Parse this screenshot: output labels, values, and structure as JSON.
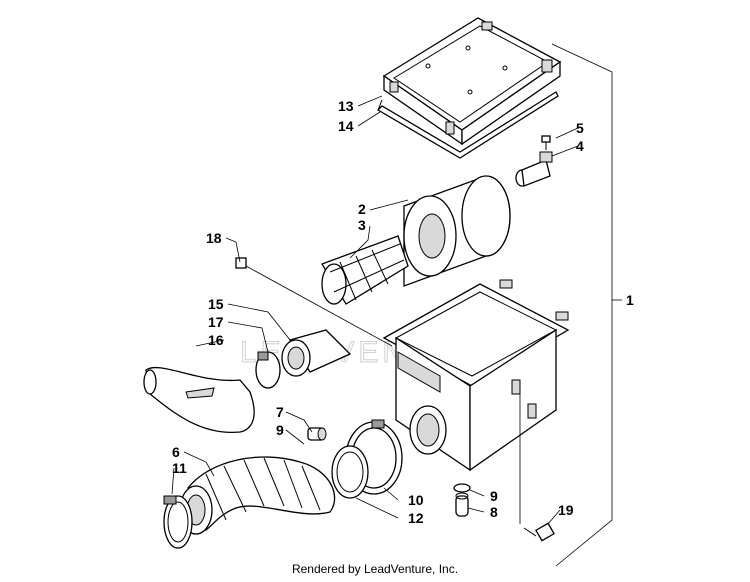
{
  "callouts": {
    "c1": "1",
    "c2": "2",
    "c3": "3",
    "c4": "4",
    "c5": "5",
    "c6": "6",
    "c7": "7",
    "c8": "8",
    "c9a": "9",
    "c9b": "9",
    "c10": "10",
    "c11": "11",
    "c12": "12",
    "c13": "13",
    "c14": "14",
    "c15": "15",
    "c16": "16",
    "c17": "17",
    "c18": "18",
    "c19": "19"
  },
  "watermark": "LEADVENTURE",
  "footer": "Rendered by LeadVenture, Inc."
}
